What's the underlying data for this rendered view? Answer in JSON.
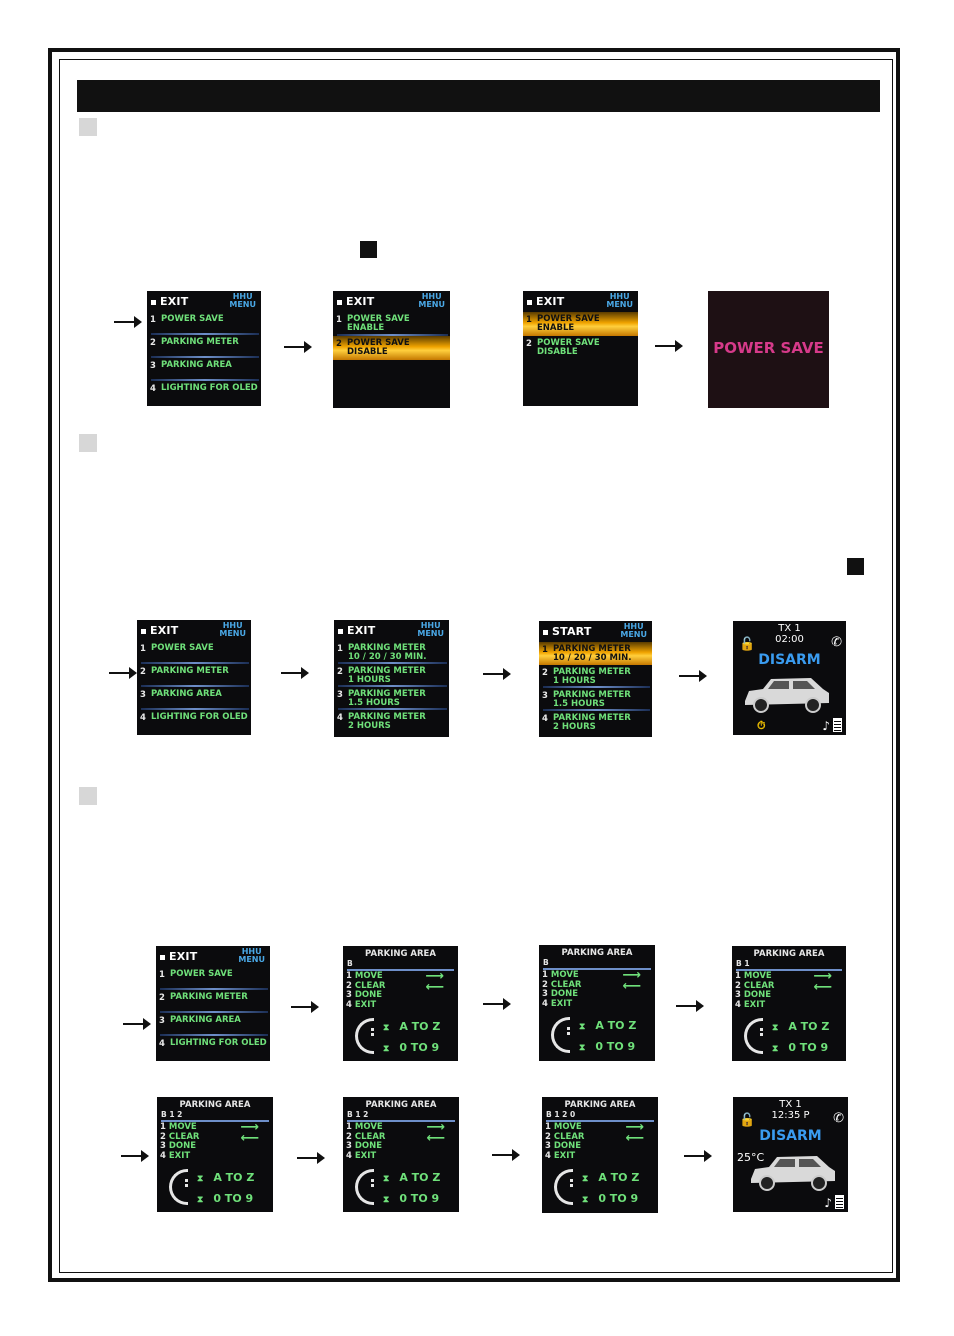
{
  "menu": {
    "exit": "EXIT",
    "start": "START",
    "hhu_menu": "HHU\nMENU",
    "items": [
      {
        "num": "1",
        "label": "POWER SAVE"
      },
      {
        "num": "2",
        "label": "PARKING METER"
      },
      {
        "num": "3",
        "label": "PARKING AREA"
      },
      {
        "num": "4",
        "label": "LIGHTING FOR OLED"
      }
    ]
  },
  "power_save": {
    "opt1": {
      "num": "1",
      "line1": "POWER SAVE",
      "line2": "ENABLE"
    },
    "opt2": {
      "num": "2",
      "line1": "POWER SAVE",
      "line2": "DISABLE"
    },
    "splash": "POWER SAVE"
  },
  "parking_meter": {
    "opts": [
      {
        "num": "1",
        "line1": "PARKING METER",
        "line2": "10 / 20 / 30 MIN."
      },
      {
        "num": "2",
        "line1": "PARKING METER",
        "line2": "1 HOURS"
      },
      {
        "num": "3",
        "line1": "PARKING METER",
        "line2": "1.5 HOURS"
      },
      {
        "num": "4",
        "line1": "PARKING METER",
        "line2": "2 HOURS"
      }
    ]
  },
  "status1": {
    "tx": "TX 1",
    "time": "02:00",
    "mode": "DISARM"
  },
  "status2": {
    "tx": "TX 1",
    "time": "12:35 P",
    "mode": "DISARM",
    "temp": "25°C"
  },
  "parking_area": {
    "title": "PARKING AREA",
    "codes": [
      "B",
      "B",
      "B 1",
      "B 1 2",
      "B 1 2",
      "B 1 2 0"
    ],
    "list": [
      "MOVE",
      "CLEAR",
      "DONE",
      "EXIT"
    ],
    "atoz": "A TO Z",
    "zero9": "0 TO 9"
  }
}
